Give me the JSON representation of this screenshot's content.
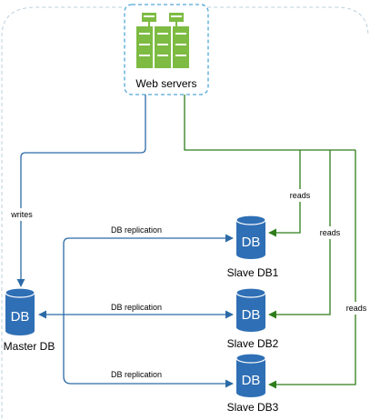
{
  "colors": {
    "blue_line": "#2C6AA6",
    "green_line": "#2E7D1A",
    "db_fill": "#2F6FB5",
    "server_fill": "#7DBB42",
    "group_border": "#4FA8D8",
    "frame_border": "#B9D0DE"
  },
  "web_servers": {
    "label": "Web servers",
    "icon": "server-rack-icon"
  },
  "master_db": {
    "icon_text": "DB",
    "label": "Master DB"
  },
  "slaves": [
    {
      "icon_text": "DB",
      "label": "Slave DB1"
    },
    {
      "icon_text": "DB",
      "label": "Slave DB2"
    },
    {
      "icon_text": "DB",
      "label": "Slave DB3"
    }
  ],
  "edges": {
    "writes": "writes",
    "reads": [
      "reads",
      "reads",
      "reads"
    ],
    "replication": [
      "DB replication",
      "DB replication",
      "DB replication"
    ]
  }
}
